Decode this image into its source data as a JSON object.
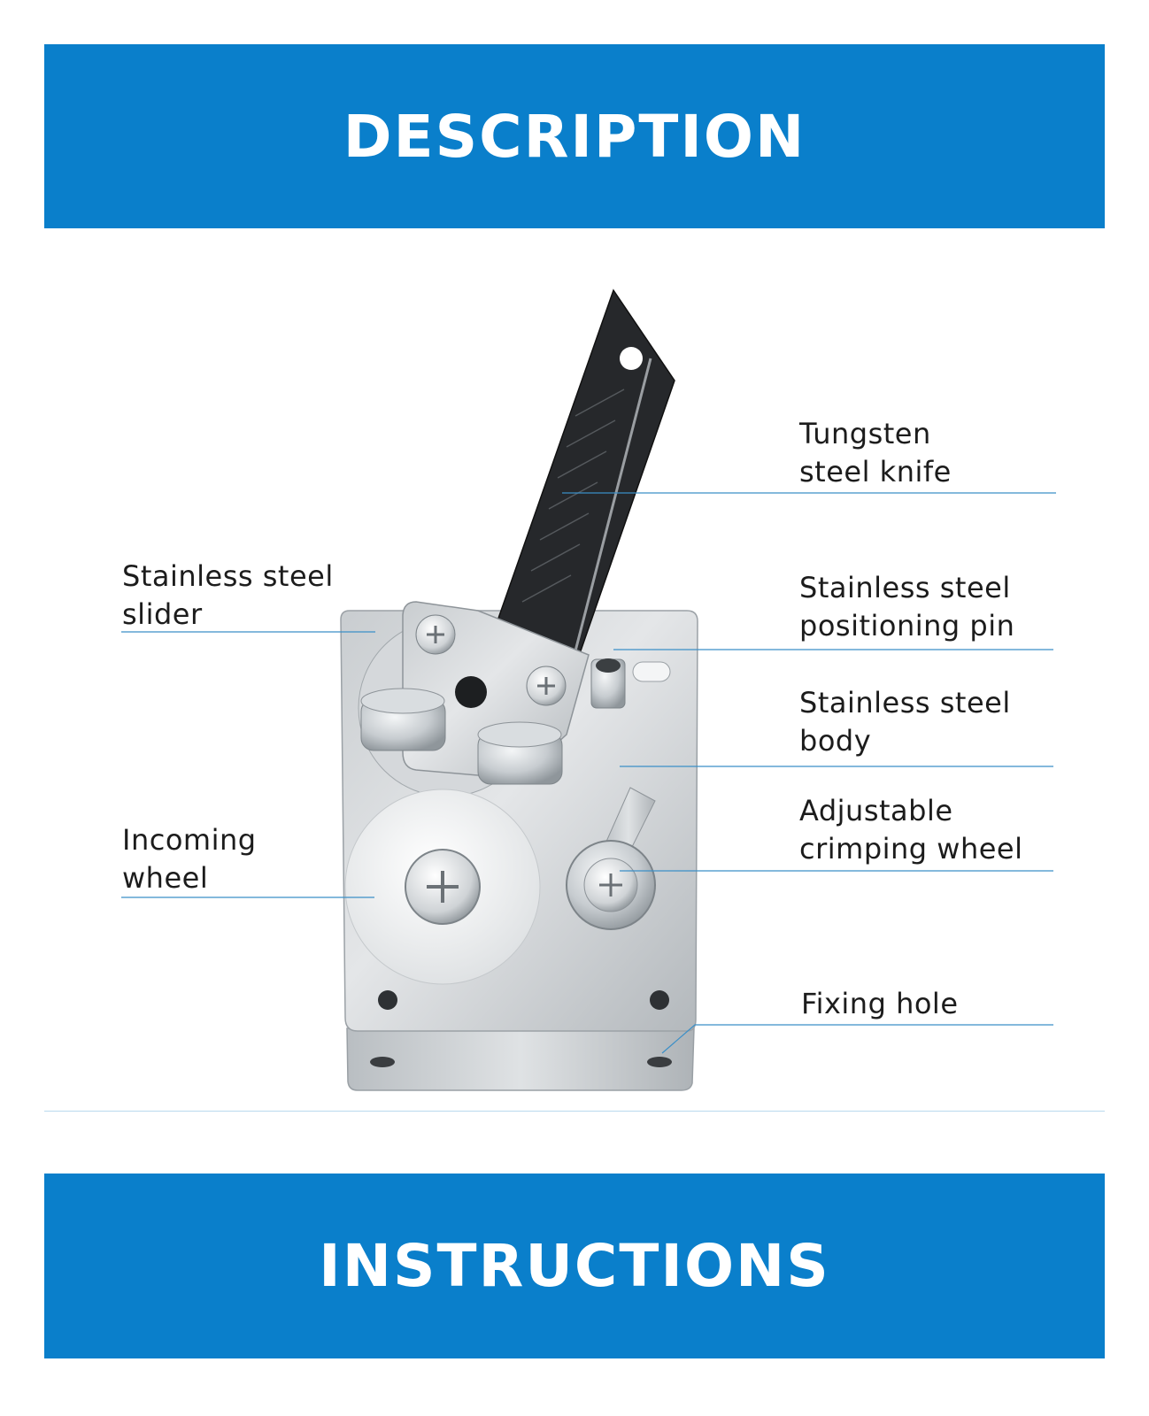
{
  "banners": {
    "top": "DESCRIPTION",
    "bottom": "INSTRUCTIONS"
  },
  "parts": {
    "knife": "Tungsten\nsteel knife",
    "slider": "Stainless steel\nslider",
    "pin": "Stainless steel\npositioning pin",
    "body": "Stainless steel\nbody",
    "incoming_wheel": "Incoming\nwheel",
    "crimping_wheel": "Adjustable\ncrimping wheel",
    "fixing_hole": "Fixing hole"
  },
  "colors": {
    "banner": "#0a7fcb",
    "leader_line": "#3b8fc7",
    "label_text": "#1c1c1c"
  }
}
